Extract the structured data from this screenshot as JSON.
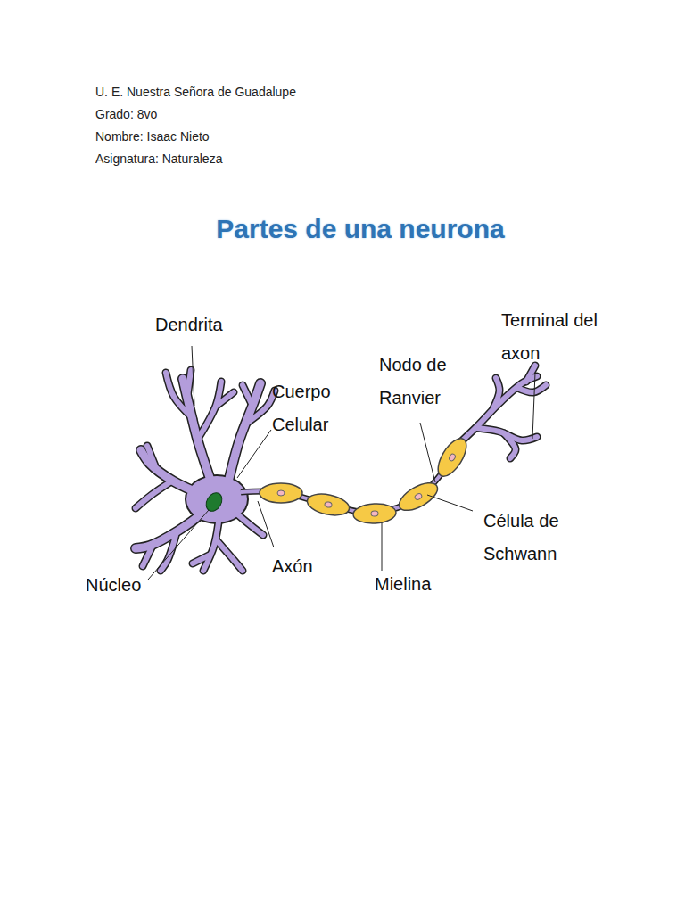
{
  "diagram": {
    "title": "Partes de una neurona",
    "labels": [
      "U. E. Nuestra Señora de Guadalupe",
      "Grado: 8vo",
      "Nombre: Isaac Nieto",
      "Asignatura: Naturaleza",
      "Dendrita",
      "Terminal del axon",
      "Nodo de Ranvier",
      "Cuerpo Celular",
      "Célula de Schwann",
      "Axón",
      "Núcleo",
      "Mielina"
    ]
  }
}
